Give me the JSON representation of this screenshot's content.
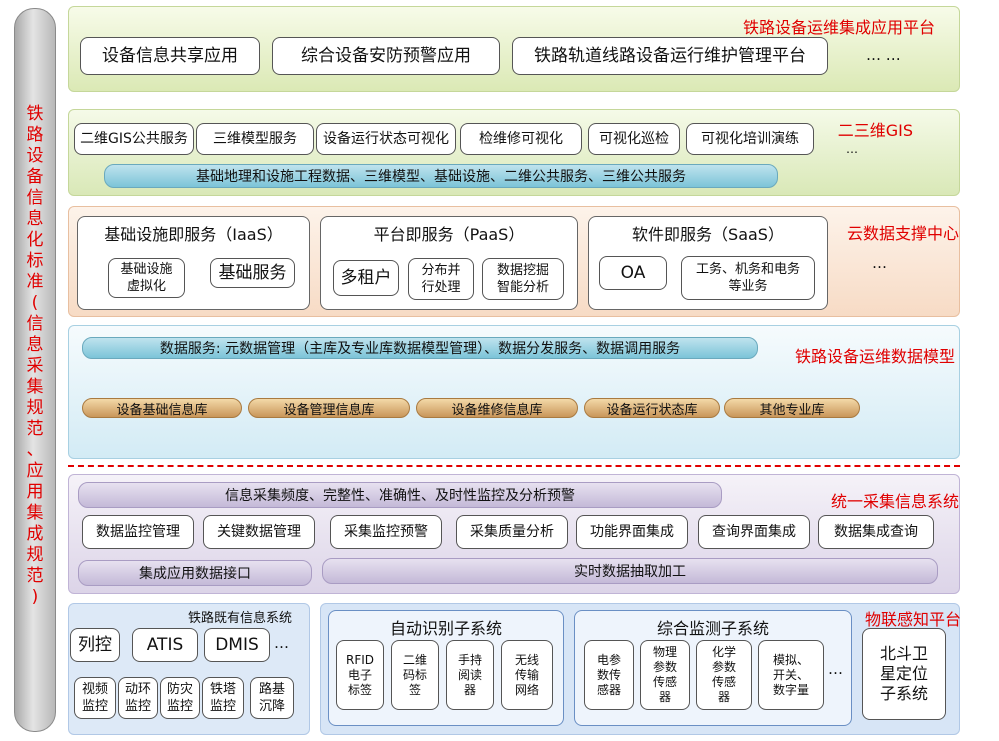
{
  "side_label": "铁路设备信息化标准(信息采集规范、应用集成规范)",
  "layers": {
    "app_platform": {
      "title": "铁路设备运维集成应用平台",
      "items": [
        "设备信息共享应用",
        "综合设备安防预警应用",
        "铁路轨道线路设备运行维护管理平台"
      ],
      "ellipsis": "… …"
    },
    "gis": {
      "title": "二三维GIS",
      "items": [
        "二维GIS公共服务",
        "三维模型服务",
        "设备运行状态可视化",
        "检维修可视化",
        "可视化巡检",
        "可视化培训演练"
      ],
      "ellipsis": "…",
      "base_bar": "基础地理和设施工程数据、三维模型、基础设施、二维公共服务、三维公共服务"
    },
    "cloud": {
      "title": "云数据支撑中心",
      "iaas": {
        "title": "基础设施即服务（IaaS）",
        "items": [
          "基础设施\n虚拟化",
          "基础服务"
        ]
      },
      "paas": {
        "title": "平台即服务（PaaS）",
        "items": [
          "多租户",
          "分布并\n行处理",
          "数据挖掘\n智能分析"
        ]
      },
      "saas": {
        "title": "软件即服务（SaaS）",
        "items": [
          "OA",
          "工务、机务和电务\n等业务"
        ]
      },
      "ellipsis": "…"
    },
    "data_model": {
      "title": "铁路设备运维数据模型",
      "service_bar": "数据服务: 元数据管理（主库及专业库数据模型管理）、数据分发服务、数据调用服务",
      "databases": [
        "设备基础信息库",
        "设备管理信息库",
        "设备维修信息库",
        "设备运行状态库",
        "其他专业库"
      ]
    },
    "collection": {
      "title": "统一采集信息系统",
      "top_bar": "信息采集频度、完整性、准确性、及时性监控及分析预警",
      "items": [
        "数据监控管理",
        "关键数据管理",
        "采集监控预警",
        "采集质量分析",
        "功能界面集成",
        "查询界面集成",
        "数据集成查询"
      ],
      "left_bar": "集成应用数据接口",
      "right_bar": "实时数据抽取加工"
    },
    "iot": {
      "title": "物联感知平台",
      "existing": {
        "title": "铁路既有信息系统",
        "row1": [
          "列控",
          "ATIS",
          "DMIS"
        ],
        "row1_more": "…",
        "row2": [
          "视频\n监控",
          "动环\n监控",
          "防灾\n监控",
          "铁塔\n监控",
          "路基\n沉降"
        ]
      },
      "auto_id": {
        "title": "自动识别子系统",
        "items": [
          "RFID\n电子\n标签",
          "二维\n码标\n签",
          "手持\n阅读\n器",
          "无线\n传输\n网络"
        ]
      },
      "monitor": {
        "title": "综合监测子系统",
        "items": [
          "电参\n数传\n感器",
          "物理\n参数\n传感\n器",
          "化学\n参数\n传感\n器",
          "模拟、\n开关、\n数字量"
        ],
        "more": "…"
      },
      "beidou": "北斗卫\n星定位\n子系统"
    }
  },
  "colors": {
    "accent_red": "#e00000",
    "db_gold": "#c9965a",
    "bar_blue": "#7cc4d8"
  }
}
